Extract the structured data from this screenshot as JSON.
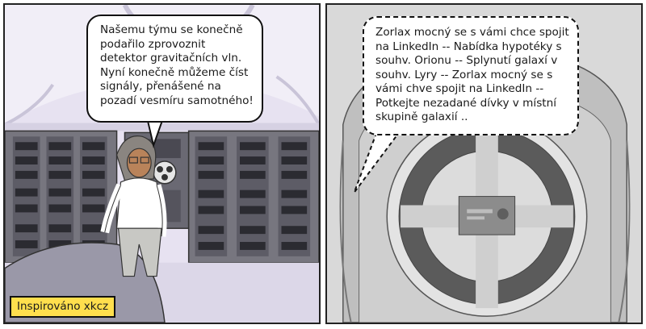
{
  "panels": {
    "left": {
      "speech": "Našemu týmu se konečně podařilo zprovoznit detektor gravitačních vln. Nyní konečně můžeme číst signály, přenášené na pozadí vesmíru samotného!",
      "credit": "Inspirováno xkcz"
    },
    "right": {
      "speech": "Zorlax mocný se s vámi chce spojit na LinkedIn -- Nabídka hypotéky s souhv. Orionu -- Splynutí galaxí v souhv. Lyry -- Zorlax mocný se s vámi chve spojit na LinkedIn -- Potkejte nezadané dívky v místní skupině galaxií .."
    }
  },
  "colors": {
    "background_left": "#e9e4f2",
    "server_rack": "#6f6e7a",
    "detector_gray": "#bdbdbd",
    "credit_badge": "#ffdf4d"
  }
}
